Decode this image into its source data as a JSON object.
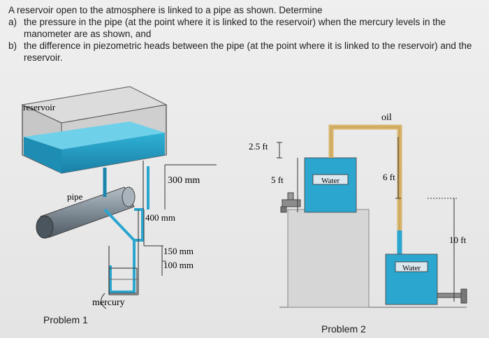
{
  "question": {
    "intro": "A reservoir open to the atmosphere is linked to a pipe as shown. Determine",
    "a_marker": "a)",
    "a_text": "the pressure in the pipe (at the point where it is linked to the reservoir) when the mercury levels in the manometer are as shown, and",
    "b_marker": "b)",
    "b_text": "the difference in piezometric heads between the pipe (at the point where it is linked to the reservoir) and the reservoir."
  },
  "problem1": {
    "title": "Problem 1",
    "labels": {
      "reservoir": "reservoir",
      "pipe": "pipe",
      "mercury": "mercury",
      "d300": "300 mm",
      "d400": "400 mm",
      "d150": "150 mm",
      "d100": "100 mm"
    }
  },
  "problem2": {
    "title": "Problem 2",
    "labels": {
      "oil": "oil",
      "h25": "2.5 ft",
      "h5": "5 ft",
      "h6": "6 ft",
      "h10": "10 ft",
      "water_left": "Water",
      "water_right": "Water"
    }
  },
  "colors": {
    "water": "#2aa6cf",
    "water_dark": "#1b86ad",
    "oil": "#d9b46a",
    "pipe": "#7e8b96",
    "tank_grey": "#d5d5d5"
  }
}
